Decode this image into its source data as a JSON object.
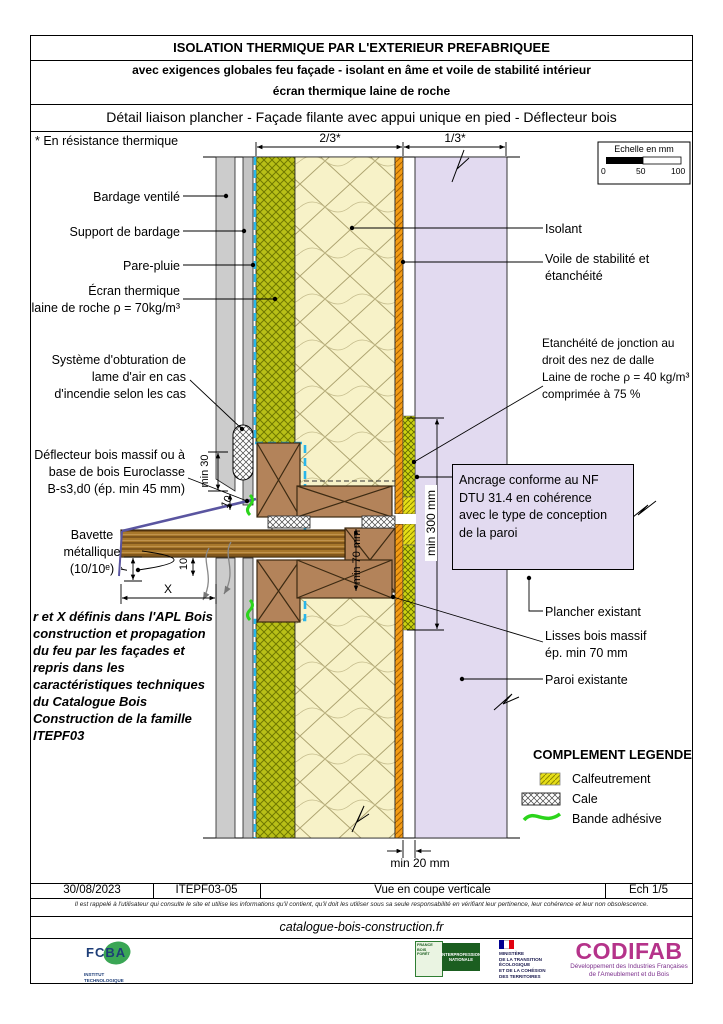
{
  "header": {
    "title": "ISOLATION THERMIQUE PAR L'EXTERIEUR PREFABRIQUEE",
    "subtitle_line1": "avec exigences globales feu façade - isolant en âme et voile de stabilité intérieur",
    "subtitle_line2": "écran thermique laine de roche",
    "detail_title": "Détail liaison plancher - Façade filante avec appui unique en pied - Déflecteur bois"
  },
  "drawing": {
    "footnote": "* En résistance thermique",
    "scale_box": {
      "title": "Echelle en mm",
      "tick_0": "0",
      "tick_50": "50",
      "tick_100": "100"
    },
    "dims": {
      "two_thirds": "2/3*",
      "one_third": "1/3*",
      "min30": "min 30",
      "ten_top": "10",
      "ten_bottom": "10",
      "r": "r",
      "x": "X",
      "min70": "min 70 mm",
      "min300": "min 300 mm",
      "min20": "min 20 mm"
    },
    "labels": {
      "bardage": "Bardage ventilé",
      "support_bardage": "Support de bardage",
      "pare_pluie": "Pare-pluie",
      "ecran": "Écran thermique\nlaine de roche ρ = 70kg/m³",
      "obturation": "Système d'obturation de\nlame d'air en cas\nd'incendie selon les cas",
      "deflecteur": "Déflecteur bois massif ou à\nbase de bois Euroclasse\nB-s3,d0 (ép. min 45 mm)",
      "bavette": "Bavette\nmétallique\n(10/10ᵉ)",
      "isolant": "Isolant",
      "voile": "Voile de stabilité et\nétanchéité",
      "etancheite": "Etanchéité de jonction au\ndroit des nez de dalle\nLaine de roche ρ = 40 kg/m³\ncomprimée à 75 %",
      "ancrage": "Ancrage conforme au NF\nDTU 31.4 en cohérence\navec le type de conception\nde la paroi",
      "plancher": "Plancher existant",
      "lisses": "Lisses bois massif\nép. min 70 mm",
      "paroi": "Paroi existante",
      "note": "r et X définis dans l'APL Bois\nconstruction et propagation\ndu feu par les façades et\nrepris dans les\ncaractéristiques techniques\ndu Catalogue Bois\nConstruction de la famille\nITEPF03"
    },
    "legend": {
      "title": "COMPLEMENT LEGENDE",
      "calfeutrement": "Calfeutrement",
      "cale": "Cale",
      "bande_adhesive": "Bande adhésive"
    }
  },
  "footer": {
    "date": "30/08/2023",
    "reference": "ITEPF03-05",
    "view_label": "Vue en coupe verticale",
    "scale_label": "Ech 1/5",
    "disclaimer": "Il est rappelé à l'utilisateur qui consulte le site et utilise les informations qu'il contient, qu'il doit les utiliser sous sa seule responsabilité en vérifiant leur pertinence, leur cohérence et leur non obsolescence.",
    "website": "catalogue-bois-construction.fr"
  },
  "logos": {
    "fcba": {
      "name": "FCBA",
      "tagline": "INSTITUT\nTECHNOLOGIQUE"
    },
    "france_bois_foret": {
      "line1": "FRANCE\nBOIS\nFORÊT",
      "line2": "INTERPROFESSION\nNATIONALE"
    },
    "ministere": {
      "text": "MINISTÈRE\nDE LA TRANSITION\nÉCOLOGIQUE\nET DE LA COHÉSION\nDES TERRITOIRES"
    },
    "codifab": {
      "name": "CODIFAB",
      "tagline": "Développement des Industries Françaises\nde l'Ameublement et du Bois"
    }
  },
  "colors": {
    "ecran_laine": "#b8bf17",
    "isolant": "#f7f2c8",
    "voile_orange": "#f49c14",
    "paroi_lavande": "#e2daf0",
    "bardage_gris": "#cccccc",
    "pare_pluie_cyan": "#29b6ea",
    "bois": "#b3835a",
    "plancher_bois": "#a8782c",
    "calfeutrement": "#e6de16",
    "bande_adhesive": "#2bd41b",
    "bavette": "#5a55a0",
    "codifab": "#b5338a"
  }
}
